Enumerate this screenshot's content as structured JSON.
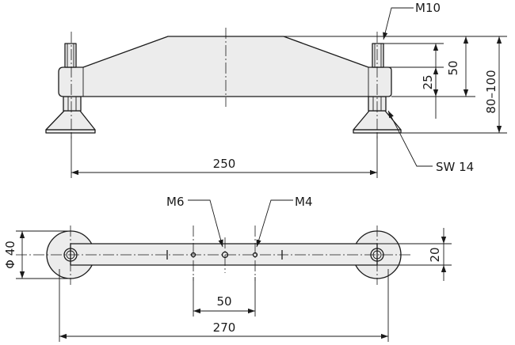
{
  "labels": {
    "m10": "M10",
    "dim_50_vertical": "50",
    "dim_25": "25",
    "dim_80_100": "80–100",
    "sw14": "SW 14",
    "dim_250": "250",
    "m6": "M6",
    "m4": "M4",
    "dia40": "Φ 40",
    "dim_20": "20",
    "dim_50_horizontal": "50",
    "dim_270": "270"
  }
}
